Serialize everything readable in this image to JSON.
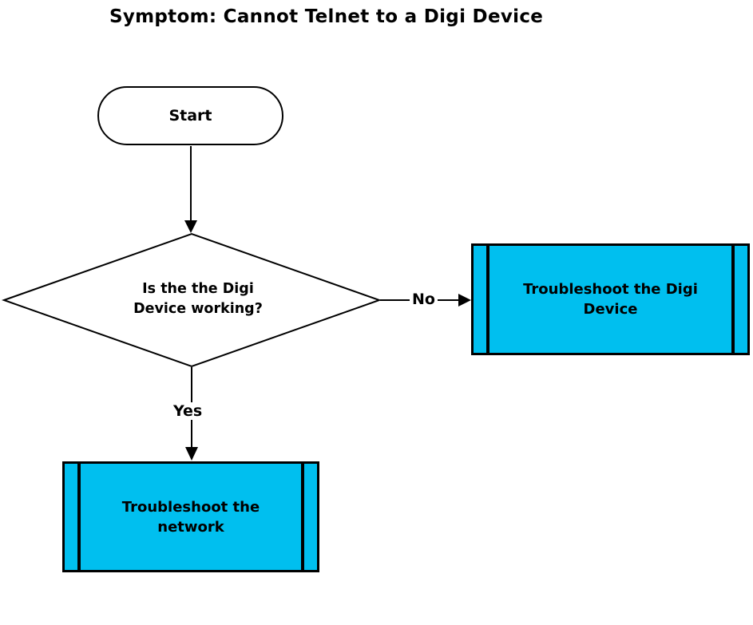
{
  "title": "Symptom: Cannot Telnet to a Digi Device",
  "flowchart": {
    "start": {
      "label": "Start"
    },
    "decision": {
      "label": "Is the the Digi Device working?"
    },
    "edges": {
      "no_label": "No",
      "yes_label": "Yes"
    },
    "process_digi": {
      "label": "Troubleshoot the Digi Device"
    },
    "process_network": {
      "label": "Troubleshoot the network"
    }
  },
  "colors": {
    "process_fill": "#00BFEF",
    "stroke": "#000000",
    "text": "#000000",
    "background": "#FFFFFF"
  }
}
